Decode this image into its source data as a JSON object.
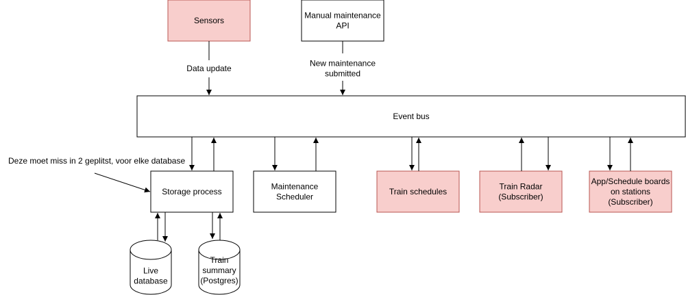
{
  "colors": {
    "stroke": "#000000",
    "plain_fill": "#ffffff",
    "highlight_fill": "#f8cecc",
    "highlight_stroke": "#b85450"
  },
  "nodes": {
    "sensors": {
      "lines": [
        "Sensors"
      ]
    },
    "manual_api": {
      "lines": [
        "Manual maintenance",
        "API"
      ]
    },
    "event_bus": {
      "lines": [
        "Event bus"
      ]
    },
    "storage_process": {
      "lines": [
        "Storage process"
      ]
    },
    "maintenance_scheduler": {
      "lines": [
        "Maintenance",
        "Scheduler"
      ]
    },
    "train_schedules": {
      "lines": [
        "Train schedules"
      ]
    },
    "train_radar": {
      "lines": [
        "Train Radar",
        "(Subscriber)"
      ]
    },
    "app_boards": {
      "lines": [
        "App/Schedule boards",
        "on stations",
        "(Subscriber)"
      ]
    },
    "live_database": {
      "lines": [
        "Live",
        "database"
      ]
    },
    "train_summary": {
      "lines": [
        "Train",
        "summary",
        "(Postgres)"
      ]
    }
  },
  "edge_labels": {
    "data_update": {
      "lines": [
        "Data update"
      ]
    },
    "new_maintenance": {
      "lines": [
        "New maintenance",
        "submitted"
      ]
    }
  },
  "annotation": {
    "note": "Deze moet miss in 2 geplitst, voor elke database"
  }
}
